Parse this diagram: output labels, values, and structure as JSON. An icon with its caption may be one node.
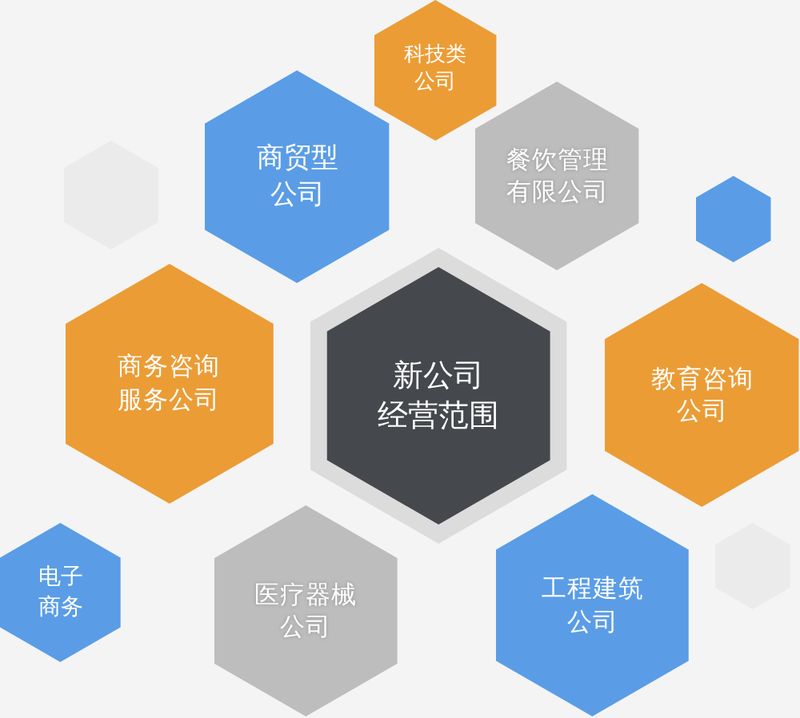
{
  "diagram": {
    "nodes": [
      {
        "text": [
          "科技类公司"
        ]
      },
      {
        "text": [],
        "shape": "hexagon"
      },
      {
        "text": [
          "商贸型公司"
        ]
      },
      {
        "text": [
          "餐饮管理有限公司"
        ]
      },
      {
        "text": [],
        "shape": "hexagon"
      },
      {
        "text": [
          "商务咨询服务公司"
        ]
      },
      {
        "text": [
          "新公司经营范围"
        ]
      },
      {
        "text": [
          "教育咨询公司"
        ]
      },
      {
        "text": [
          "电子商务"
        ]
      },
      {
        "text": [
          "医疗器械公司"
        ]
      },
      {
        "text": [
          "工程建筑公司"
        ]
      },
      {
        "text": [],
        "shape": "hexagon"
      }
    ]
  }
}
